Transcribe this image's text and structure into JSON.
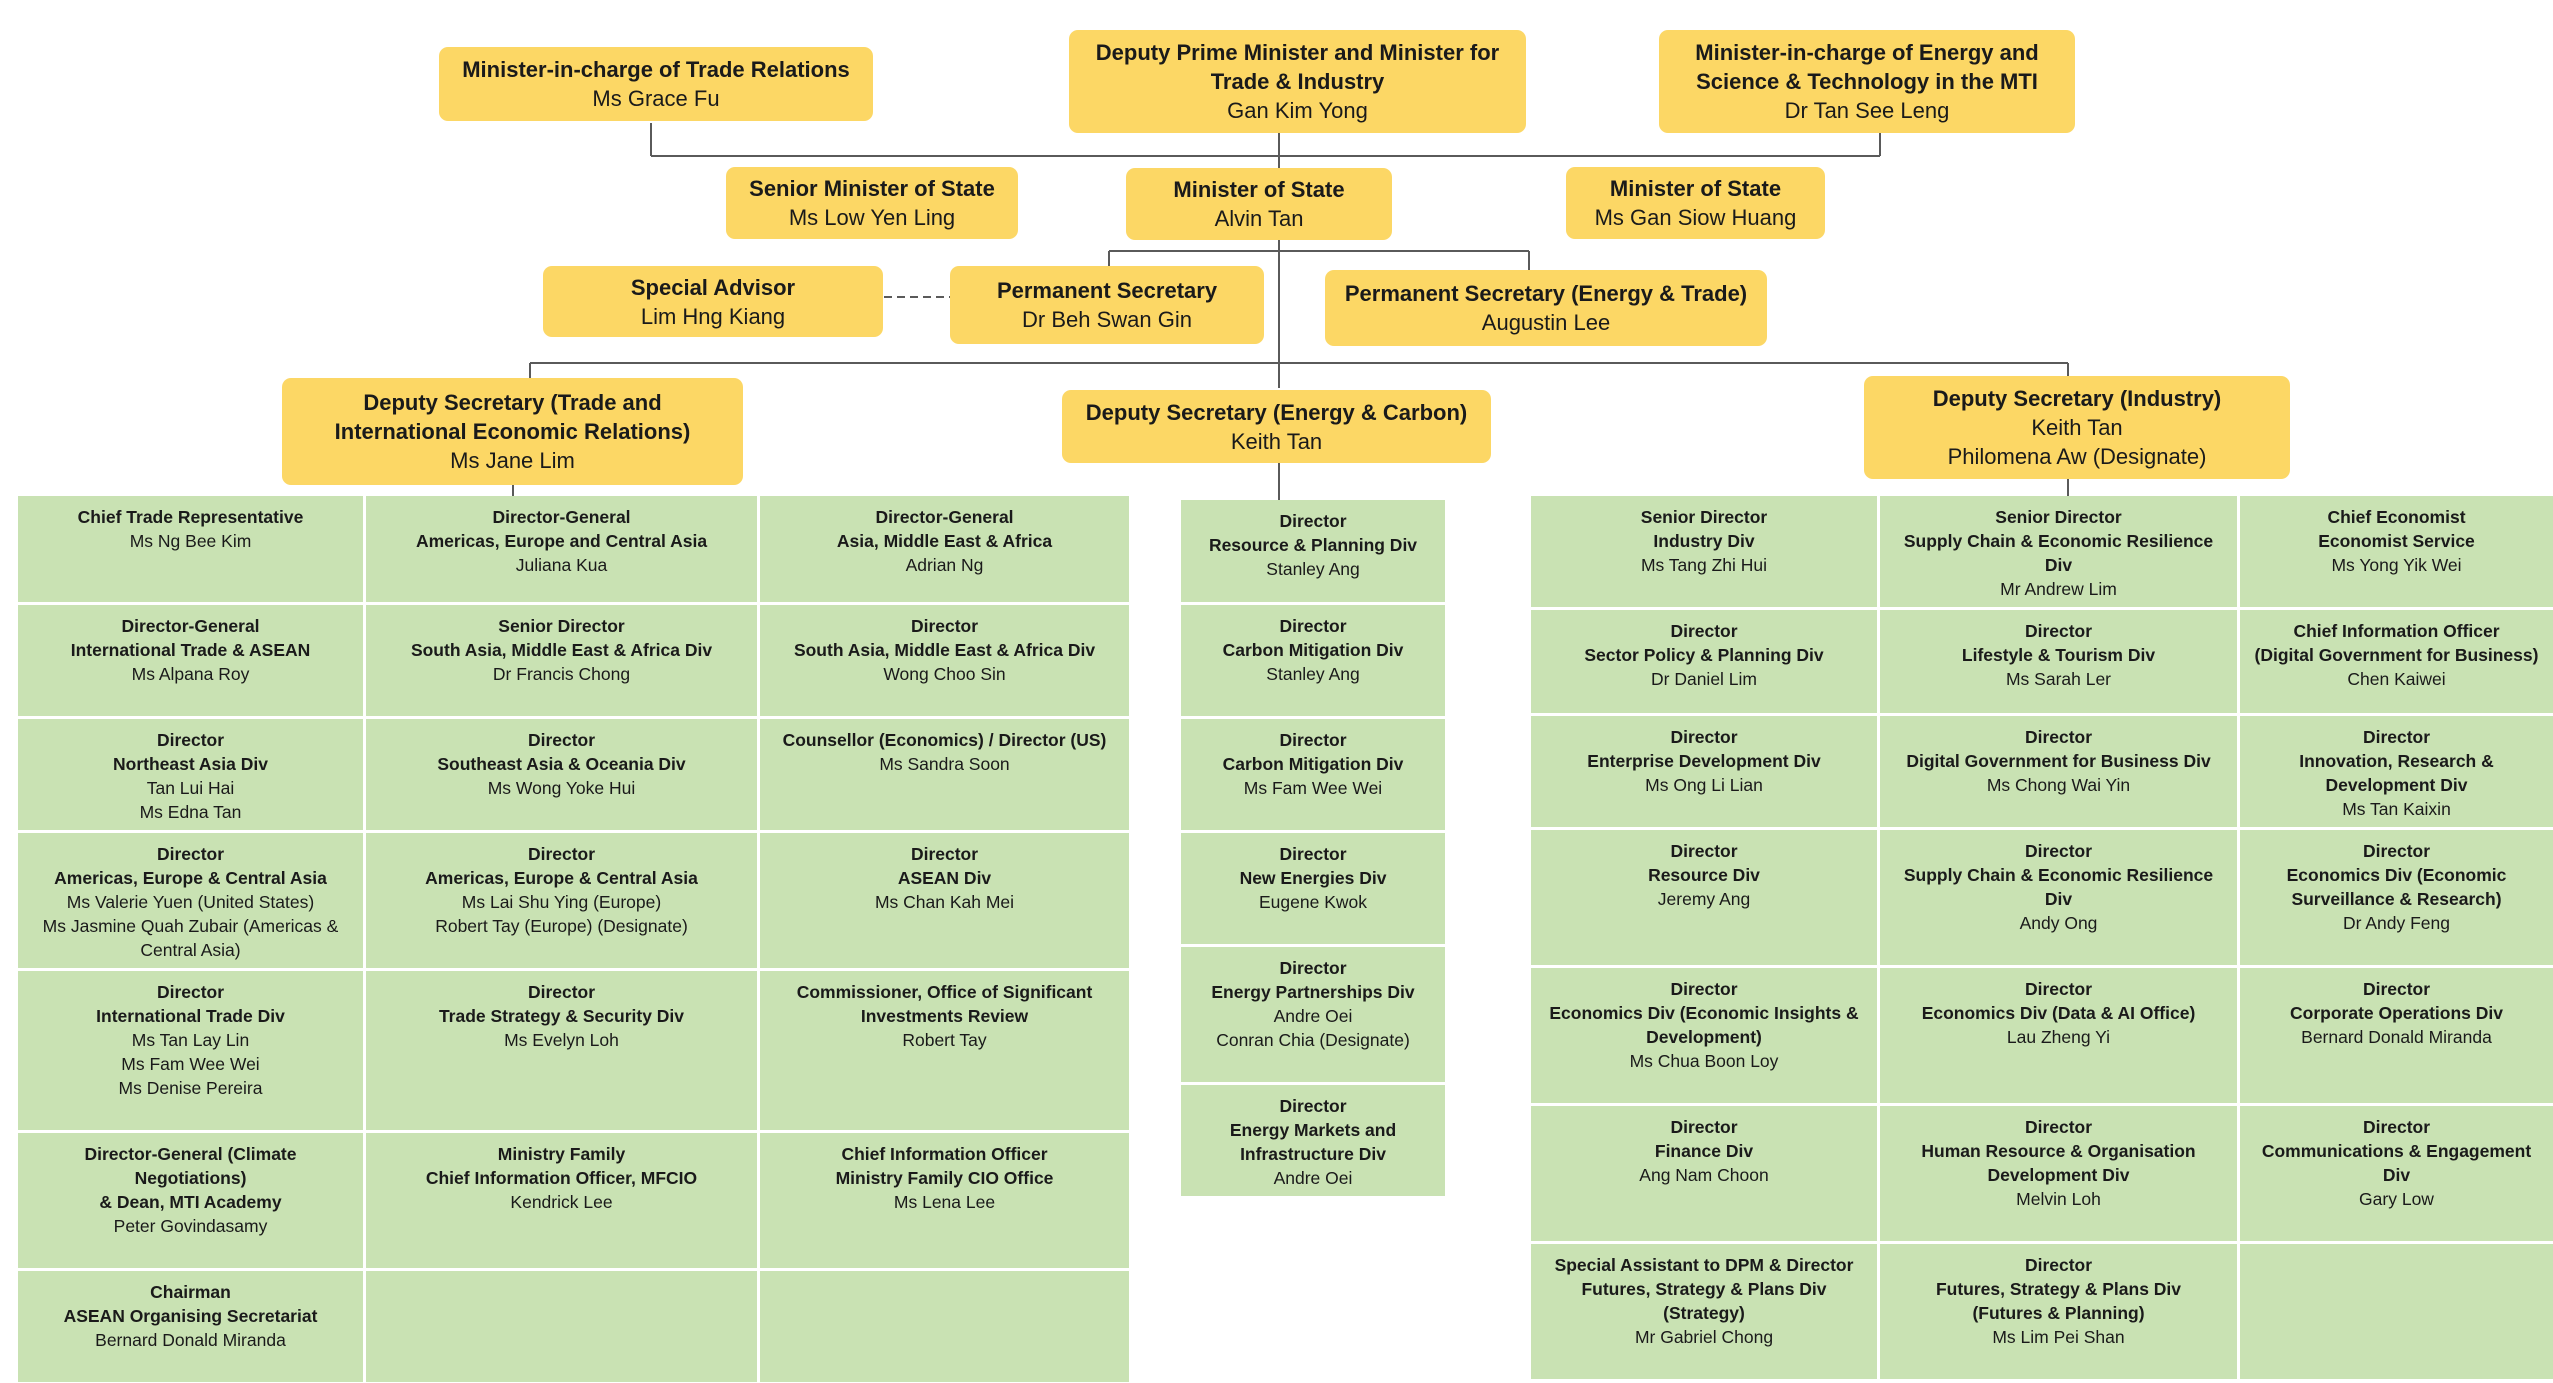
{
  "top": {
    "trade_relations": {
      "title": "Minister-in-charge of Trade Relations",
      "names": [
        "Ms Grace Fu"
      ]
    },
    "dpm": {
      "title": "Deputy Prime Minister and Minister for Trade & Industry",
      "names": [
        "Gan Kim Yong"
      ]
    },
    "energy_science": {
      "title": "Minister-in-charge of Energy and Science & Technology in the MTI",
      "names": [
        "Dr Tan See Leng"
      ]
    },
    "sms": {
      "title": "Senior Minister of State",
      "names": [
        "Ms Low Yen Ling"
      ]
    },
    "mos1": {
      "title": "Minister of State",
      "names": [
        "Alvin Tan"
      ]
    },
    "mos2": {
      "title": "Minister of State",
      "names": [
        "Ms Gan Siow Huang"
      ]
    },
    "advisor": {
      "title": "Special Advisor",
      "names": [
        "Lim Hng Kiang"
      ]
    },
    "ps": {
      "title": "Permanent Secretary",
      "names": [
        "Dr Beh Swan Gin"
      ]
    },
    "ps_et": {
      "title": "Permanent Secretary (Energy & Trade)",
      "names": [
        "Augustin Lee"
      ]
    },
    "ds_trade": {
      "title": "Deputy Secretary (Trade and International Economic Relations)",
      "names": [
        "Ms Jane Lim"
      ]
    },
    "ds_energy": {
      "title": "Deputy Secretary (Energy & Carbon)",
      "names": [
        "Keith Tan"
      ]
    },
    "ds_industry": {
      "title": "Deputy Secretary (Industry)",
      "names": [
        "Keith Tan",
        "Philomena Aw (Designate)"
      ]
    }
  },
  "left_grid": [
    [
      {
        "title": [
          "Chief Trade Representative"
        ],
        "names": [
          "Ms Ng Bee Kim"
        ]
      },
      {
        "title": [
          "Director-General",
          "Americas, Europe and Central Asia"
        ],
        "names": [
          "Juliana Kua"
        ]
      },
      {
        "title": [
          "Director-General",
          "Asia, Middle East & Africa"
        ],
        "names": [
          "Adrian Ng"
        ]
      }
    ],
    [
      {
        "title": [
          "Director-General",
          "International Trade & ASEAN"
        ],
        "names": [
          "Ms Alpana Roy"
        ]
      },
      {
        "title": [
          "Senior Director",
          "South Asia, Middle East & Africa Div"
        ],
        "names": [
          "Dr Francis Chong"
        ]
      },
      {
        "title": [
          "Director",
          "South Asia, Middle East & Africa Div"
        ],
        "names": [
          "Wong Choo Sin"
        ]
      }
    ],
    [
      {
        "title": [
          "Director",
          "Northeast Asia Div"
        ],
        "names": [
          "Tan Lui Hai",
          "Ms Edna Tan"
        ]
      },
      {
        "title": [
          "Director",
          "Southeast Asia & Oceania Div"
        ],
        "names": [
          "Ms Wong Yoke Hui"
        ]
      },
      {
        "title": [
          "Counsellor (Economics) / Director (US)"
        ],
        "names": [
          "Ms Sandra Soon"
        ]
      }
    ],
    [
      {
        "title": [
          "Director",
          "Americas, Europe & Central Asia"
        ],
        "names": [
          "Ms Valerie Yuen (United States)",
          "Ms Jasmine Quah Zubair (Americas &",
          "Central Asia)"
        ]
      },
      {
        "title": [
          "Director",
          "Americas, Europe & Central Asia"
        ],
        "names": [
          "Ms Lai Shu Ying (Europe)",
          "Robert Tay (Europe) (Designate)"
        ]
      },
      {
        "title": [
          "Director",
          "ASEAN Div"
        ],
        "names": [
          "Ms Chan Kah Mei"
        ]
      }
    ],
    [
      {
        "title": [
          "Director",
          "International Trade Div"
        ],
        "names": [
          "Ms Tan Lay Lin",
          "Ms Fam Wee Wei",
          "Ms Denise Pereira"
        ]
      },
      {
        "title": [
          "Director",
          "Trade Strategy & Security Div"
        ],
        "names": [
          "Ms Evelyn Loh"
        ]
      },
      {
        "title": [
          "Commissioner, Office of Significant",
          "Investments Review"
        ],
        "names": [
          "Robert Tay"
        ]
      }
    ],
    [
      {
        "title": [
          "Director-General (Climate",
          "Negotiations)",
          "& Dean, MTI Academy"
        ],
        "names": [
          "Peter Govindasamy"
        ]
      },
      {
        "title": [
          "Ministry Family",
          "Chief Information Officer, MFCIO"
        ],
        "names": [
          "Kendrick Lee"
        ]
      },
      {
        "title": [
          "Chief Information Officer",
          "Ministry Family CIO Office"
        ],
        "names": [
          "Ms Lena Lee"
        ]
      }
    ],
    [
      {
        "title": [
          "Chairman",
          "ASEAN Organising Secretariat"
        ],
        "names": [
          "Bernard Donald Miranda"
        ]
      },
      {
        "title": [],
        "names": []
      },
      {
        "title": [],
        "names": []
      }
    ]
  ],
  "mid_grid": [
    {
      "title": [
        "Director",
        "Resource & Planning Div"
      ],
      "names": [
        "Stanley Ang"
      ]
    },
    {
      "title": [
        "Director",
        "Carbon Mitigation Div"
      ],
      "names": [
        "Stanley Ang"
      ]
    },
    {
      "title": [
        "Director",
        "Carbon Mitigation Div"
      ],
      "names": [
        "Ms Fam Wee Wei"
      ]
    },
    {
      "title": [
        "Director",
        "New Energies Div"
      ],
      "names": [
        "Eugene Kwok"
      ]
    },
    {
      "title": [
        "Director",
        "Energy Partnerships Div"
      ],
      "names": [
        "Andre Oei",
        "Conran Chia (Designate)"
      ]
    },
    {
      "title": [
        "Director",
        "Energy Markets and",
        "Infrastructure Div"
      ],
      "names": [
        "Andre Oei"
      ]
    }
  ],
  "right_grid": [
    [
      {
        "title": [
          "Senior Director",
          "Industry Div"
        ],
        "names": [
          "Ms Tang Zhi Hui"
        ]
      },
      {
        "title": [
          "Senior Director",
          "Supply Chain & Economic Resilience",
          "Div"
        ],
        "names": [
          "Mr Andrew Lim"
        ]
      },
      {
        "title": [
          "Chief Economist",
          "Economist Service"
        ],
        "names": [
          "Ms Yong Yik Wei"
        ]
      }
    ],
    [
      {
        "title": [
          "Director",
          "Sector Policy & Planning Div"
        ],
        "names": [
          "Dr Daniel Lim"
        ]
      },
      {
        "title": [
          "Director",
          "Lifestyle & Tourism Div"
        ],
        "names": [
          "Ms Sarah Ler"
        ]
      },
      {
        "title": [
          "Chief Information Officer",
          "(Digital Government for Business)"
        ],
        "names": [
          "Chen Kaiwei"
        ]
      }
    ],
    [
      {
        "title": [
          "Director",
          "Enterprise Development Div"
        ],
        "names": [
          "Ms Ong Li Lian"
        ]
      },
      {
        "title": [
          "Director",
          "Digital Government for Business Div"
        ],
        "names": [
          "Ms Chong Wai Yin"
        ]
      },
      {
        "title": [
          "Director",
          "Innovation, Research &",
          "Development Div"
        ],
        "names": [
          "Ms Tan Kaixin"
        ]
      }
    ],
    [
      {
        "title": [
          "Director",
          "Resource Div"
        ],
        "names": [
          "Jeremy Ang"
        ]
      },
      {
        "title": [
          "Director",
          "Supply Chain & Economic Resilience",
          "Div"
        ],
        "names": [
          "Andy Ong"
        ]
      },
      {
        "title": [
          "Director",
          "Economics Div (Economic",
          "Surveillance & Research)"
        ],
        "names": [
          "Dr Andy Feng"
        ]
      }
    ],
    [
      {
        "title": [
          "Director",
          "Economics Div (Economic Insights &",
          "Development)"
        ],
        "names": [
          "Ms Chua Boon Loy"
        ]
      },
      {
        "title": [
          "Director",
          "Economics Div (Data & AI Office)"
        ],
        "names": [
          "Lau Zheng Yi"
        ]
      },
      {
        "title": [
          "Director",
          "Corporate Operations Div"
        ],
        "names": [
          "Bernard Donald Miranda"
        ]
      }
    ],
    [
      {
        "title": [
          "Director",
          "Finance Div"
        ],
        "names": [
          "Ang Nam Choon"
        ]
      },
      {
        "title": [
          "Director",
          "Human Resource & Organisation",
          "Development Div"
        ],
        "names": [
          "Melvin Loh"
        ]
      },
      {
        "title": [
          "Director",
          "Communications & Engagement",
          "Div"
        ],
        "names": [
          "Gary Low"
        ]
      }
    ],
    [
      {
        "title": [
          "Special Assistant to DPM & Director",
          "Futures, Strategy & Plans Div",
          "(Strategy)"
        ],
        "names": [
          "Mr Gabriel Chong"
        ]
      },
      {
        "title": [
          "Director",
          "Futures, Strategy & Plans Div",
          "(Futures & Planning)"
        ],
        "names": [
          "Ms Lim Pei Shan"
        ]
      },
      {
        "title": [],
        "names": []
      }
    ]
  ]
}
